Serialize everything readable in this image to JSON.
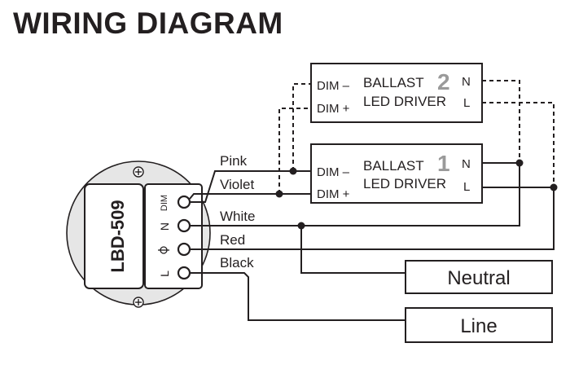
{
  "title": "WIRING DIAGRAM",
  "device": {
    "model": "LBD-509",
    "terminals": [
      "DIM",
      "N",
      "L"
    ],
    "ground_symbol": "ground-icon",
    "wires": [
      "Pink",
      "Violet",
      "White",
      "Red",
      "Black"
    ]
  },
  "drivers": [
    {
      "number": "1",
      "line1": "BALLAST",
      "line2": "LED DRIVER",
      "dim_minus": "DIM –",
      "dim_plus": "DIM +",
      "n": "N",
      "l": "L"
    },
    {
      "number": "2",
      "line1": "BALLAST",
      "line2": "LED DRIVER",
      "dim_minus": "DIM –",
      "dim_plus": "DIM +",
      "n": "N",
      "l": "L"
    }
  ],
  "supply": {
    "neutral": "Neutral",
    "line": "Line"
  }
}
